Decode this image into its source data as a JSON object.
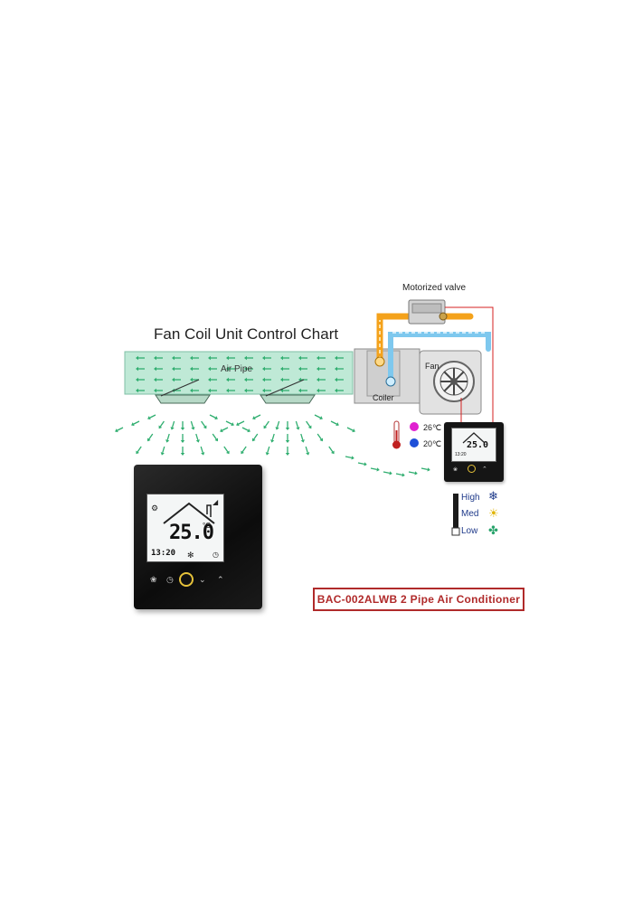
{
  "title": "Fan Coil Unit Control Chart",
  "labels": {
    "motorized_valve": "Motorized valve",
    "air_pipe": "Air Pipe",
    "fan": "Fan",
    "coiler": "Coiler"
  },
  "temperatures": [
    {
      "value": "26℃",
      "color": "#e020d0"
    },
    {
      "value": "20℃",
      "color": "#1e4fd8"
    }
  ],
  "fan_speeds": [
    {
      "label": "High",
      "icon": "snowflake-icon",
      "color": "#1f3a8a"
    },
    {
      "label": "Med",
      "icon": "sun-icon",
      "color": "#e0b400"
    },
    {
      "label": "Low",
      "icon": "fan-icon",
      "color": "#28a36b"
    }
  ],
  "thermostat": {
    "temperature": "25.0",
    "unit": "°C",
    "time": "13:20"
  },
  "model": "BAC-002ALWB 2 Pipe Air Conditioner",
  "colors": {
    "air_pipe": "#bfe9d6",
    "arrow_green": "#2fae6f",
    "hot_pipe": "#f4a21b",
    "cold_pipe": "#7ec8ee",
    "wire_red": "#d42020",
    "accent_ring": "#e6c23a"
  }
}
